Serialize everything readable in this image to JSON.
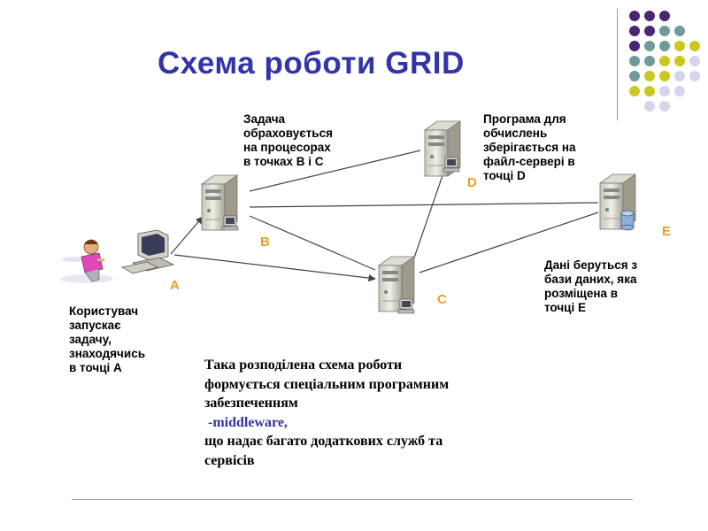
{
  "title": "Схема роботи GRID",
  "labels": {
    "task": "Задача\nобраховується\nна процесорах\nв точках В і С",
    "program": "Програма для\nобчислень\nзберігається на\nфайл-сервері в\nточці  D",
    "data": "Дані беруться з\nбази даних, яка\nрозміщена в\nточці Е",
    "user": "Користувач\nзапускає\nзадачу,\nзнаходячись\nв точці А"
  },
  "points": {
    "a": "A",
    "b": "B",
    "c": "C",
    "d": "D",
    "e": "E"
  },
  "body": {
    "line1": "Така розподілена схема роботи",
    "line2": "формується   спеціальним програмним",
    "line3": "забезпеченням",
    "line4": " -middleware,",
    "line5": "що  надає багато додаткових служб та",
    "line6": "сервісів"
  },
  "colors": {
    "title": "#3333aa",
    "point_labels": "#e8a020",
    "dot_purple": "#4b2670",
    "dot_teal": "#6f9a9a",
    "dot_yellow": "#c8c81e",
    "dot_lavender": "#d4d4ec"
  },
  "icons": [
    "user-person-icon",
    "desktop-computer-icon",
    "server-icon",
    "database-icon"
  ]
}
